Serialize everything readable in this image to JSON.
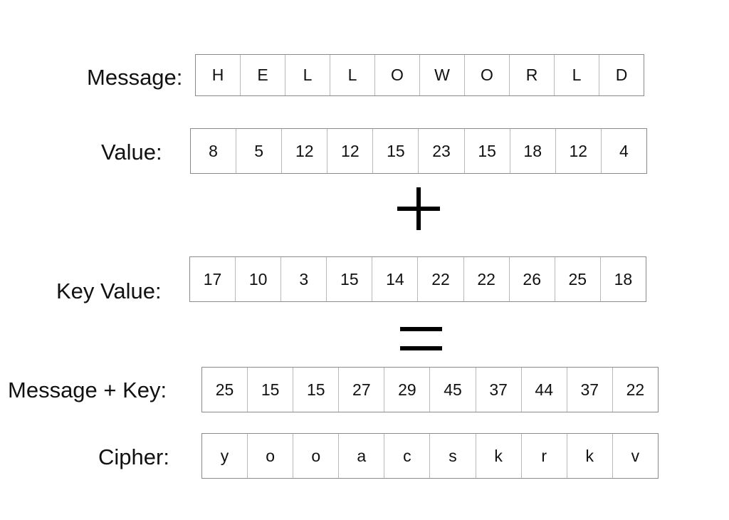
{
  "rows": [
    {
      "label": "Message:",
      "cells": [
        "H",
        "E",
        "L",
        "L",
        "O",
        "W",
        "O",
        "R",
        "L",
        "D"
      ]
    },
    {
      "label": "Value:",
      "cells": [
        "8",
        "5",
        "12",
        "12",
        "15",
        "23",
        "15",
        "18",
        "12",
        "4"
      ]
    },
    {
      "label": "Key Value:",
      "cells": [
        "17",
        "10",
        "3",
        "15",
        "14",
        "22",
        "22",
        "26",
        "25",
        "18"
      ]
    },
    {
      "label": "Message + Key:",
      "cells": [
        "25",
        "15",
        "15",
        "27",
        "29",
        "45",
        "37",
        "44",
        "37",
        "22"
      ]
    },
    {
      "label": "Cipher:",
      "cells": [
        "y",
        "o",
        "o",
        "a",
        "c",
        "s",
        "k",
        "r",
        "k",
        "v"
      ]
    }
  ],
  "operators": {
    "plus": "plus-sign",
    "equals": "equals-sign"
  }
}
